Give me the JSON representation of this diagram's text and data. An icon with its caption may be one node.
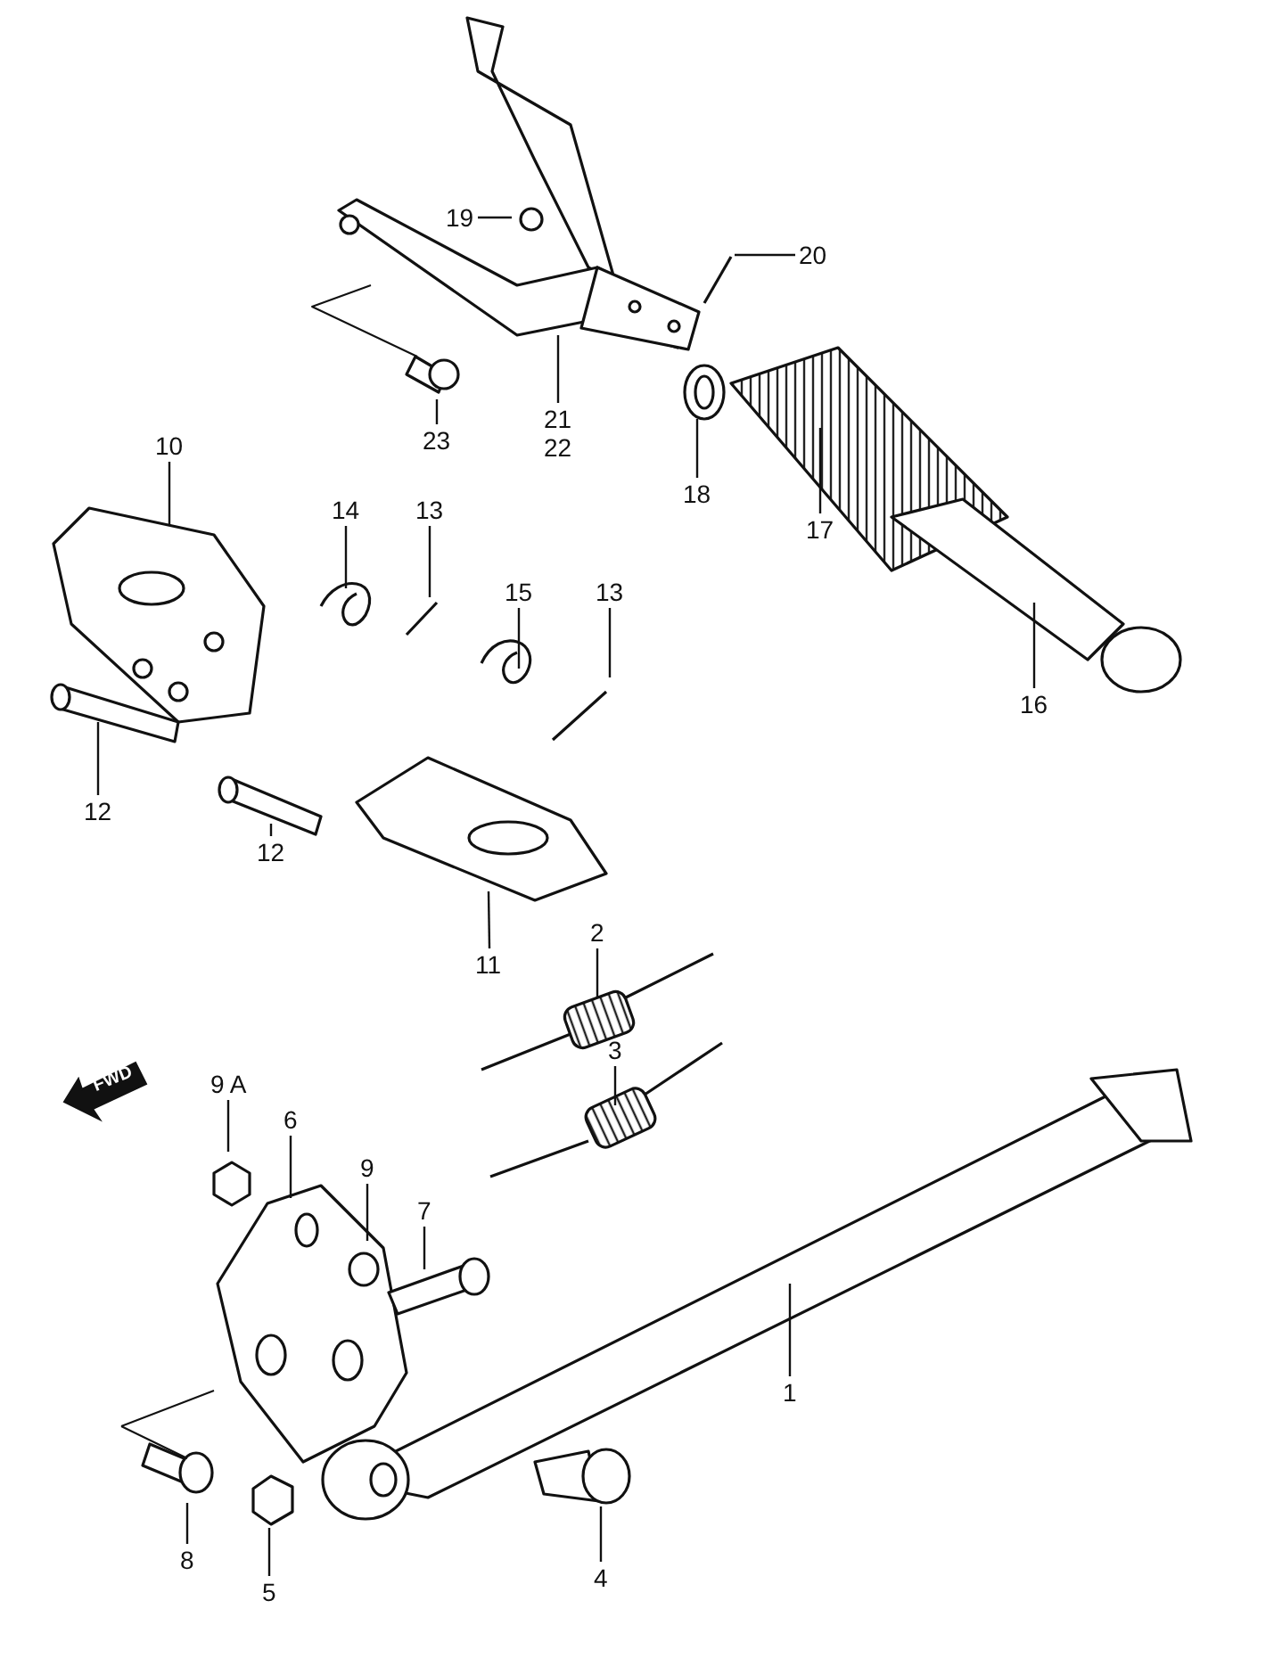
{
  "diagram": {
    "nodes": [
      {
        "text": [
          "19"
        ]
      },
      {
        "text": [
          "20"
        ]
      },
      {
        "text": [
          "21",
          "22"
        ]
      },
      {
        "text": [
          "23"
        ]
      },
      {
        "text": [
          "18"
        ]
      },
      {
        "text": [
          "17"
        ]
      },
      {
        "text": [
          "16"
        ]
      },
      {
        "text": [
          "10"
        ]
      },
      {
        "text": [
          "14"
        ]
      },
      {
        "text": [
          "13"
        ]
      },
      {
        "text": [
          "15"
        ]
      },
      {
        "text": [
          "13"
        ]
      },
      {
        "text": [
          "12"
        ]
      },
      {
        "text": [
          "12"
        ]
      },
      {
        "text": [
          "11"
        ]
      },
      {
        "text": [
          "2"
        ]
      },
      {
        "text": [
          "3"
        ]
      },
      {
        "text": [
          "9 A"
        ]
      },
      {
        "text": [
          "6"
        ]
      },
      {
        "text": [
          "9"
        ]
      },
      {
        "text": [
          "7"
        ]
      },
      {
        "text": [
          "1"
        ]
      },
      {
        "text": [
          "8"
        ]
      },
      {
        "text": [
          "5"
        ]
      },
      {
        "text": [
          "4"
        ]
      }
    ],
    "edges": [
      {
        "from": 0,
        "to": null,
        "arrow": "none"
      },
      {
        "from": 1,
        "to": null,
        "arrow": "none"
      },
      {
        "from": 2,
        "to": null,
        "arrow": "none"
      },
      {
        "from": 3,
        "to": null,
        "arrow": "none"
      },
      {
        "from": 4,
        "to": null,
        "arrow": "none"
      },
      {
        "from": 5,
        "to": null,
        "arrow": "none"
      },
      {
        "from": 6,
        "to": null,
        "arrow": "none"
      },
      {
        "from": 7,
        "to": null,
        "arrow": "none"
      },
      {
        "from": 8,
        "to": null,
        "arrow": "none"
      },
      {
        "from": 9,
        "to": null,
        "arrow": "none"
      },
      {
        "from": 10,
        "to": null,
        "arrow": "none"
      },
      {
        "from": 11,
        "to": null,
        "arrow": "none"
      },
      {
        "from": 12,
        "to": null,
        "arrow": "none"
      },
      {
        "from": 13,
        "to": null,
        "arrow": "none"
      },
      {
        "from": 14,
        "to": null,
        "arrow": "none"
      },
      {
        "from": 15,
        "to": null,
        "arrow": "none"
      },
      {
        "from": 16,
        "to": null,
        "arrow": "none"
      },
      {
        "from": 17,
        "to": null,
        "arrow": "none"
      },
      {
        "from": 18,
        "to": null,
        "arrow": "none"
      },
      {
        "from": 19,
        "to": null,
        "arrow": "none"
      },
      {
        "from": 20,
        "to": null,
        "arrow": "none"
      },
      {
        "from": 21,
        "to": null,
        "arrow": "none"
      },
      {
        "from": 22,
        "to": null,
        "arrow": "none"
      },
      {
        "from": 23,
        "to": null,
        "arrow": "none"
      },
      {
        "from": 24,
        "to": null,
        "arrow": "none"
      }
    ],
    "labels": [
      "FWD"
    ]
  }
}
